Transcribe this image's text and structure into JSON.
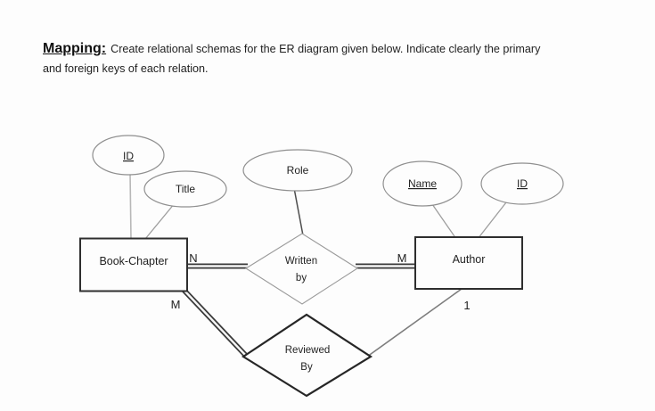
{
  "header": {
    "label": "Mapping:",
    "line1": "Create relational schemas for the ER diagram given below.  Indicate clearly the primary",
    "line2": "and foreign keys of each relation."
  },
  "diagram": {
    "entities": [
      {
        "label": "Book-Chapter"
      },
      {
        "label": "Author"
      }
    ],
    "relationships": [
      {
        "line1": "Written",
        "line2": "by"
      },
      {
        "line1": "Reviewed",
        "line2": "By"
      }
    ],
    "attributes": [
      {
        "label": "ID",
        "underlined": true,
        "owner": "Book-Chapter"
      },
      {
        "label": "Title",
        "underlined": false,
        "owner": "Book-Chapter"
      },
      {
        "label": "Role",
        "underlined": false,
        "owner": "Written by"
      },
      {
        "label": "Name",
        "underlined": true,
        "owner": "Author"
      },
      {
        "label": "ID",
        "underlined": true,
        "owner": "Author"
      }
    ],
    "cardinalities": [
      {
        "label": "N",
        "edge": "Book-Chapter to Written by"
      },
      {
        "label": "M",
        "edge": "Written by to Author"
      },
      {
        "label": "M",
        "edge": "Book-Chapter to Reviewed By"
      },
      {
        "label": "1",
        "edge": "Author to Reviewed By"
      }
    ],
    "colors": {
      "entity_stroke": "#2e2e2e",
      "ellipse_stroke": "#8f8f8f",
      "weak_diamond_stroke": "#9a9a9a",
      "strong_diamond_stroke": "#262626",
      "double_line": "#3a3a3a",
      "single_line": "#7d7d7d",
      "attr_line": "#9e9e9e",
      "text": "#222222"
    }
  }
}
